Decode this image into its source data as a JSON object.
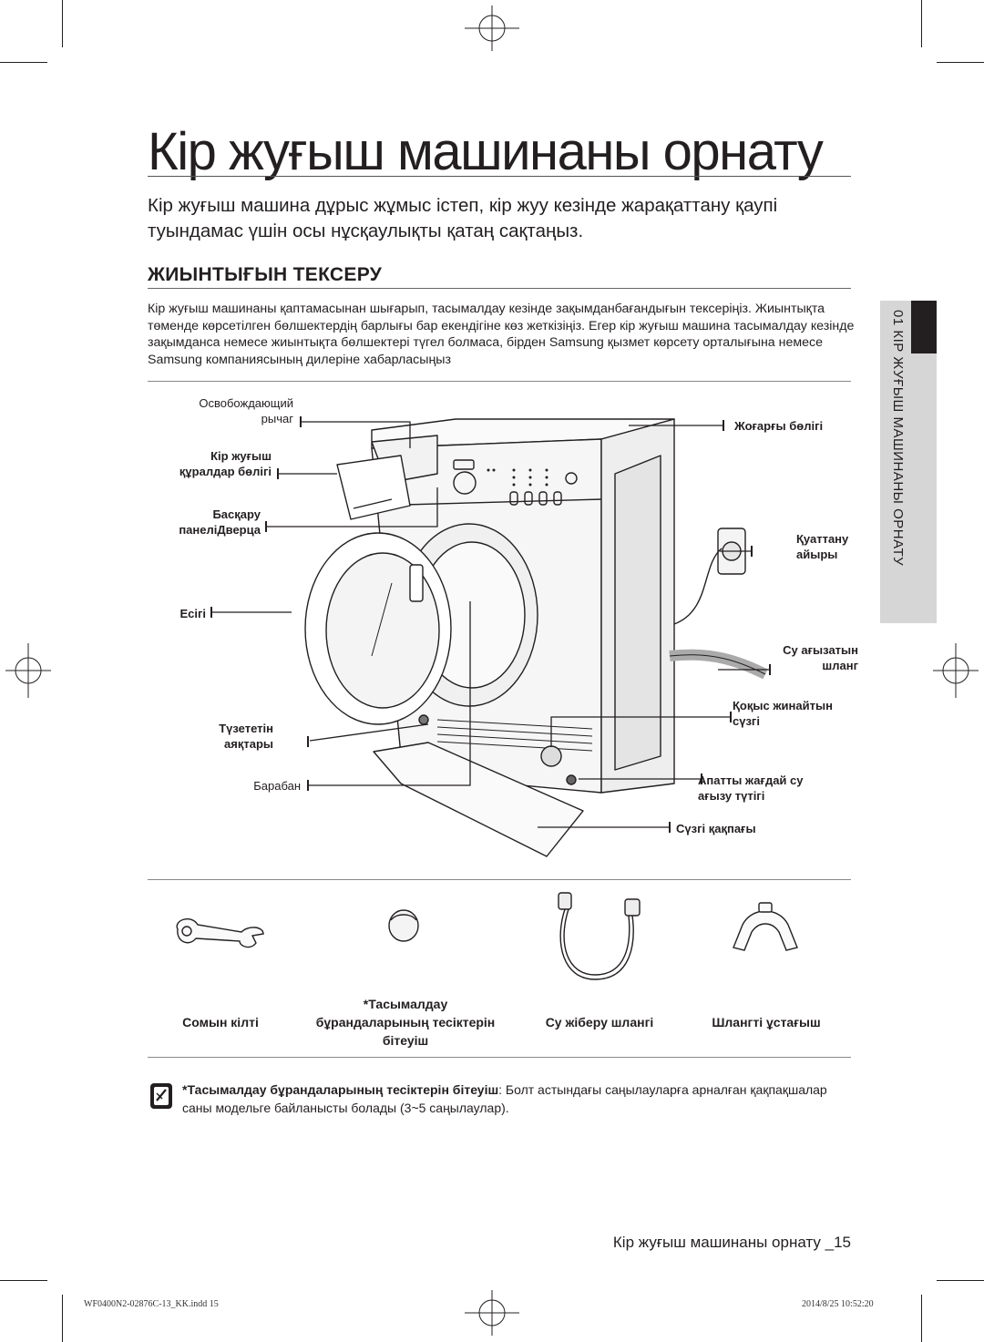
{
  "page": {
    "title": "Кір жуғыш машинаны орнату",
    "intro": "Кір жуғыш машина дұрыс жұмыс істеп, кір жуу кезінде жарақаттану қаупі туындамас үшін осы нұсқаулықты қатаң сақтаңыз.",
    "section_title": "ЖИЫНТЫҒЫН ТЕКСЕРУ",
    "section_body": "Кір жуғыш машинаны қаптамасынан шығарып, тасымалдау кезінде зақымданбағандығын тексеріңіз. Жиынтықта төменде көрсетілген бөлшектердің барлығы бар екендігіне көз жеткізіңіз. Егер кір жуғыш машина тасымалдау кезінде зақымданса немесе жиынтықта бөлшектері түгел болмаса, бірден Samsung қызмет көрсету орталығына немесе Samsung компаниясының дилеріне хабарласыңыз",
    "side_tab": "01 КІР ЖУҒЫШ МАШИНАНЫ ОРНАТУ"
  },
  "diagram": {
    "labels_left": {
      "release_lever_1": "Освобождающий",
      "release_lever_2": "рычаг",
      "detergent_1": "Кір жуғыш",
      "detergent_2": "құралдар бөлігі",
      "control_1": "Басқару",
      "control_2": "панеліДверца",
      "door": "Есігі",
      "feet_1": "Түзететін",
      "feet_2": "аяқтары",
      "drum": "Барабан"
    },
    "labels_right": {
      "top": "Жоғарғы бөлігі",
      "plug_1": "Қуаттану",
      "plug_2": "айыры",
      "drain_1": "Су ағызатын",
      "drain_2": "шланг",
      "filter_1": "Қоқыс жинайтын",
      "filter_2": "сүзгі",
      "emergency_1": "Апатты жағдай су",
      "emergency_2": "ағызу түтігі",
      "filter_cover": "Сүзгі қақпағы"
    }
  },
  "accessories": {
    "spanner": "Сомын кілті",
    "caps_1": "*Тасымалдау",
    "caps_2": "бұрандаларының тесіктерін",
    "caps_3": "бітеуіш",
    "water_hose": "Су жіберу шлангі",
    "hose_guide": "Шлангті ұстағыш"
  },
  "note": {
    "bold": "*Тасымалдау бұрандаларының тесіктерін бітеуіш",
    "text": ": Болт астындағы саңылауларға арналған қақпақшалар саны модельге байланысты болады (3~5 саңылаулар)."
  },
  "footer": {
    "text": "Кір жуғыш машинаны орнату _15",
    "slug_left": "WF0400N2-02876C-13_KK.indd   15",
    "slug_right": "2014/8/25   10:52:20"
  }
}
